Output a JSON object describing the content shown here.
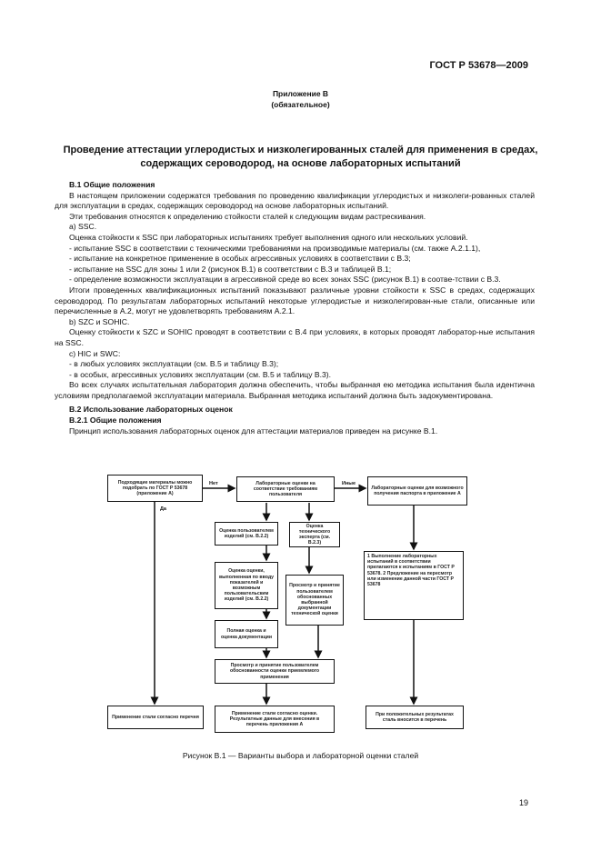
{
  "header": {
    "standard": "ГОСТ Р 53678—2009"
  },
  "appendix": {
    "name": "Приложение В",
    "status": "(обязательное)"
  },
  "title": {
    "line1": "Проведение аттестации углеродистых и низколегированных сталей для применения в средах,",
    "line2": "содержащих сероводород, на основе лабораторных испытаний"
  },
  "paragraphs": [
    "В.1 Общие положения",
    "В настоящем приложении содержатся требования по проведению квалификации углеродистых и низколеги-рованных сталей для эксплуатации в средах, содержащих сероводород на основе лабораторных испытаний.",
    "Эти требования относятся к определению стойкости сталей к следующим видам растрескивания.",
    "а) SSC.",
    "Оценка стойкости к SSC при лабораторных испытаниях требует выполнения одного или нескольких условий.",
    "- испытание SSC в соответствии с техническими требованиями на производимые материалы (см. также А.2.1.1),",
    "- испытание на конкретное применение в особых агрессивных условиях в соответствии с В.3;",
    "- испытание на SSC для зоны 1 или 2 (рисунок В.1) в соответствии с В.3 и таблицей В.1;",
    "- определение возможности эксплуатации в агрессивной среде во всех зонах SSC (рисунок В.1) в соотве-тствии с В.3.",
    "Итоги проведенных квалификационных испытаний показывают различные уровни стойкости к SSC в средах, содержащих сероводород. По результатам лабораторных испытаний некоторые углеродистые и низколегирован-ные стали, описанные или перечисленные в А.2, могут не удовлетворять требованиям А.2.1.",
    "b) SZC и SOHIC.",
    "Оценку стойкости к SZC и SOHIC проводят в соответствии с В.4 при условиях, в которых проводят лаборатор-ные испытания на SSC.",
    "с) HIC и SWC:",
    "- в любых условиях эксплуатации (см. В.5 и таблицу В.3);",
    "- в особых, агрессивных условиях эксплуатации (см. В.5 и таблицу В.3).",
    "Во всех случаях испытательная лаборатория должна обеспечить, чтобы выбранная ею методика испытания была идентична условиям предполагаемой эксплуатации материала. Выбранная методика испытаний должна быть задокументирована.",
    "В.2 Использование лабораторных оценок",
    "В.2.1 Общие положения",
    "Принцип использования лабораторных оценок для аттестации материалов приведен на рисунке В.1."
  ],
  "figure": {
    "boxes": {
      "start": "Подходящие материалы можно подобрать по ГОСТ Р 53678 (приложение А)",
      "decision": "Лабораторные оценки на соответствие требованиям пользователя",
      "lab_other": "Лабораторные оценки для возможного получения паспорта в приложение А",
      "user_assess": "Оценка пользователем изделий (см. В.2.2)",
      "tech_assess": "Оценка технического эксперта (см. В.2.3)",
      "assess_detail": "Оценка оценки, выполненная по вводу показателей и возможным пользовательским изделий (см. В.2.2)",
      "review_tech": "Просмотр и принятие пользователем обоснованных выбранной документации технической оценки",
      "full_assess": "Полная оценка и оценка документации",
      "review_user": "Просмотр и принятие пользователем обоснованности оценки приемлемого применения",
      "lab_list": "1 Выполнение лабораторных испытаний в соответствии прилагаются к испытаниям в ГОСТ Р 53678. 2 Предложение на пересмотр или изменение данной части ГОСТ Р 53678",
      "apply_list": "Применение стали согласно перечня",
      "apply_result": "Применение стали согласно оценки. Результатные данные для внесения в перечень приложения А",
      "add_list": "При положительных результатах сталь вносится в перечень"
    },
    "labels": {
      "no": "Нет",
      "yes": "Да",
      "other": "Иные"
    }
  },
  "caption": "Рисунок В.1 — Варианты выбора и лабораторной оценки сталей",
  "page_number": "19"
}
